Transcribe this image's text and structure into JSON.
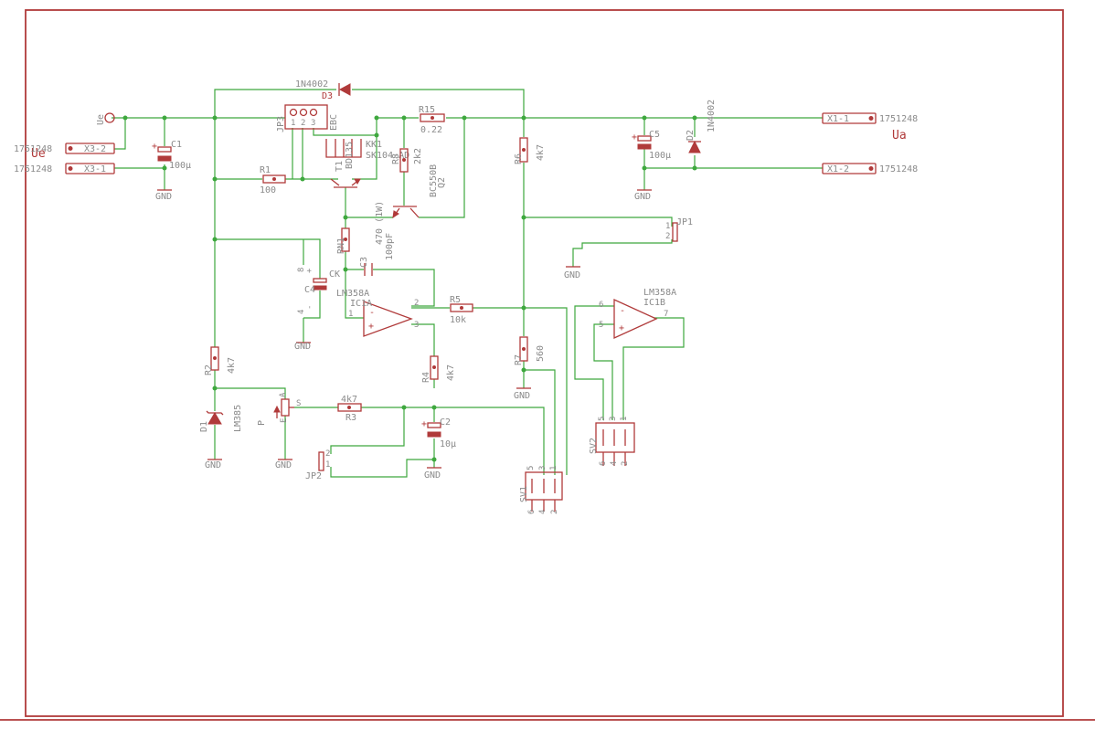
{
  "labels": {
    "ue": "Ue",
    "ue_big": "Ue",
    "ua_big": "Ua",
    "x3_2": "X3-2",
    "x3_1": "X3-1",
    "x3_2_ref": "1751248",
    "x3_1_ref": "1751248",
    "x1_1": "X1-1",
    "x1_2": "X1-2",
    "x1_1_ref": "1751248",
    "x1_2_ref": "1751248",
    "c1": "C1",
    "c1_val": "100µ",
    "c5": "C5",
    "c5_val": "100µ",
    "c2": "C2",
    "c2_val": "10µ",
    "c3": "C3",
    "c3_val": "100pF",
    "c4": "C4",
    "ck": "CK",
    "gnd": "GND",
    "d3": "D3",
    "d3_val": "1N4002",
    "d2": "D2",
    "d2_val": "1N4002",
    "d1": "D1",
    "d1_val": "LM385",
    "r15": "R15",
    "r15_val": "0.22",
    "r1": "R1",
    "r1_val": "100",
    "r6": "R6",
    "r6_val": "4k7",
    "r5": "R5",
    "r5_val": "10k",
    "r7": "R7",
    "r7_val": "560",
    "r2": "R2",
    "r2_val": "4k7",
    "r3": "R3",
    "r3_val": "4k7",
    "r4": "R4",
    "r4_val": "4k7",
    "r8": "R8",
    "r8_val": "2k2",
    "rn1": "RN1",
    "rn1_val": "470 (1W)",
    "jp3": "JP3",
    "ebc": "EBC",
    "jp1": "JP1",
    "jp2": "JP2",
    "kk1": "KK1",
    "kk1_val": "SK104-AD",
    "t1": "T1",
    "t1_val": "BD135",
    "q2": "Q2",
    "q2_val": "BC550B",
    "ic1a": "IC1A",
    "ic1a_val": "LM358A",
    "ic1b": "IC1B",
    "ic1b_val": "LM358A",
    "p": "P",
    "p_s": "S",
    "p_a": "A",
    "p_e": "E",
    "sv1": "SV1",
    "sv2": "SV2",
    "pin1": "1",
    "pin2": "2",
    "pin3": "3",
    "pin4": "4",
    "pin5": "5",
    "pin6": "6",
    "pin7": "7",
    "pin8": "8",
    "plus": "+",
    "minus": "-"
  },
  "colors": {
    "wire": "#3ea83e",
    "part": "#b03a3a",
    "text": "#8a8a8a"
  }
}
